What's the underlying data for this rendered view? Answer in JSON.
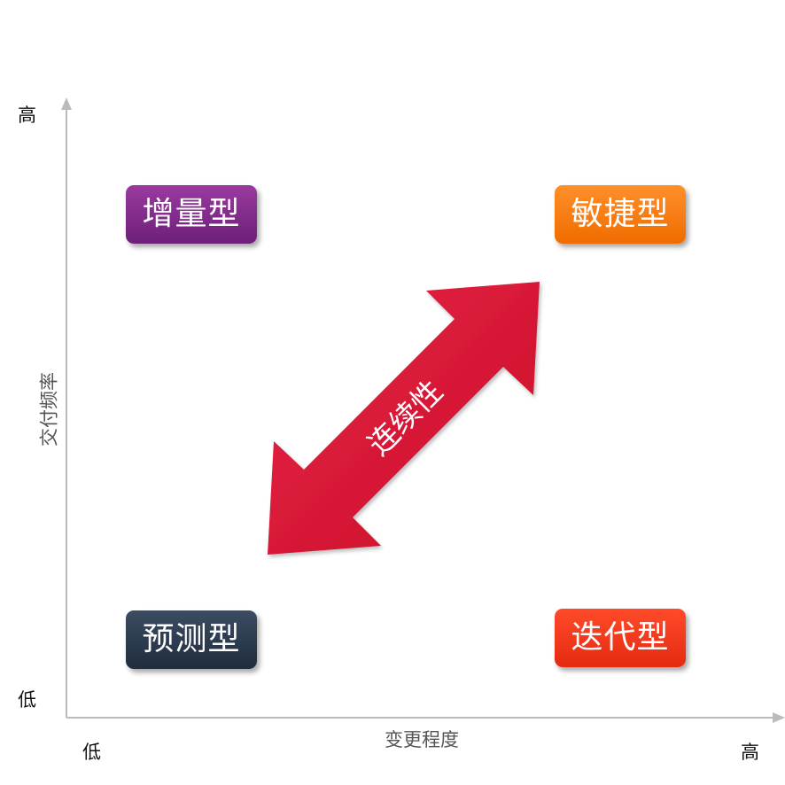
{
  "axes": {
    "y_title": "交付频率",
    "x_title": "变更程度",
    "y_high": "高",
    "y_low": "低",
    "x_low": "低",
    "x_high": "高"
  },
  "quadrants": {
    "top_left": "增量型",
    "top_right": "敏捷型",
    "bottom_left": "预测型",
    "bottom_right": "迭代型"
  },
  "arrow_label": "连续性",
  "colors": {
    "axis": "#bbbbbb",
    "incremental": "#7b2a85",
    "agile": "#f57c0d",
    "predictive": "#263648",
    "iterative": "#eb3416",
    "arrow": "#e2102f"
  }
}
